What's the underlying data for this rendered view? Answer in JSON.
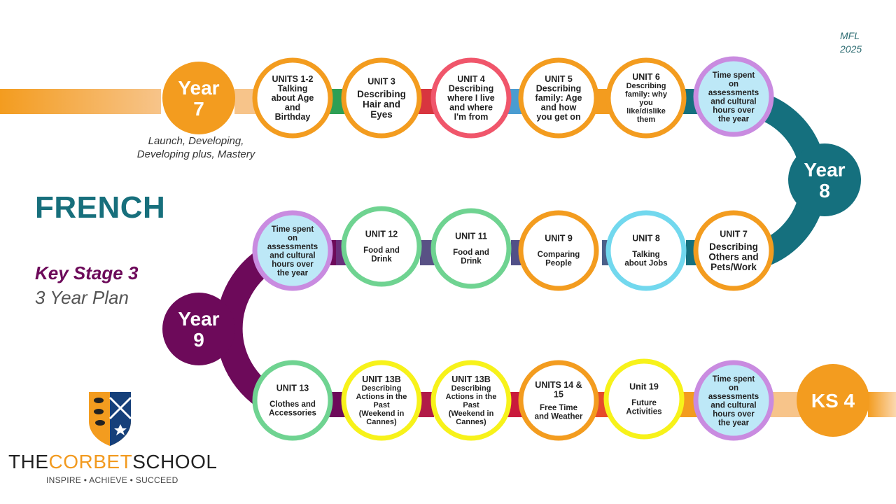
{
  "header": {
    "subject_tag": [
      "MFL",
      "2025"
    ]
  },
  "title": "FRENCH",
  "subtitle": {
    "line1": "Key Stage 3",
    "line2": "3 Year Plan"
  },
  "year7_note": [
    "Launch,  Developing,",
    "Developing plus,  Mastery"
  ],
  "years": [
    {
      "id": "y7",
      "lines": [
        "Year",
        "7"
      ]
    },
    {
      "id": "y8",
      "lines": [
        "Year",
        "8"
      ]
    },
    {
      "id": "y9",
      "lines": [
        "Year",
        "9"
      ]
    },
    {
      "id": "ks4",
      "lines": [
        "KS 4"
      ]
    }
  ],
  "units": [
    {
      "id": "u1",
      "ring": "#f39c1f",
      "heading": "UNITS 1-2",
      "body": [
        "Talking",
        "about Age",
        "and",
        "Birthday"
      ]
    },
    {
      "id": "u3",
      "ring": "#f39c1f",
      "heading": "UNIT 3",
      "body": [
        "Describing",
        "Hair and",
        "Eyes"
      ]
    },
    {
      "id": "u4",
      "ring": "#f0566b",
      "heading": "UNIT 4",
      "body": [
        "Describing",
        "where I live",
        "and where",
        "I'm from"
      ]
    },
    {
      "id": "u5",
      "ring": "#f39c1f",
      "heading": "UNIT 5",
      "body": [
        "Describing",
        "family: Age",
        "and how",
        "you get on"
      ]
    },
    {
      "id": "u6",
      "ring": "#f39c1f",
      "heading": "UNIT 6",
      "body": [
        "Describing",
        "family: why",
        "you",
        "like/dislike",
        "them"
      ]
    },
    {
      "id": "t1",
      "ring": "#c98be0",
      "fill": "#bde8f7",
      "heading": "",
      "body": [
        "Time spent",
        "on",
        "assessments",
        "and cultural",
        "hours over",
        "the year"
      ]
    },
    {
      "id": "u7",
      "ring": "#f39c1f",
      "heading": "UNIT 7",
      "body": [
        "Describing",
        "Others and",
        "Pets/Work"
      ]
    },
    {
      "id": "u8",
      "ring": "#72d8ee",
      "heading": "UNIT 8",
      "body": [
        "Talking",
        "about Jobs"
      ]
    },
    {
      "id": "u9",
      "ring": "#f39c1f",
      "heading": "UNIT 9",
      "body": [
        "Comparing",
        "People"
      ]
    },
    {
      "id": "u11",
      "ring": "#6fd391",
      "heading": "UNIT 11",
      "body": [
        "Food and",
        "Drink"
      ]
    },
    {
      "id": "u12",
      "ring": "#6fd391",
      "heading": "UNIT 12",
      "body": [
        "Food and",
        "Drink"
      ]
    },
    {
      "id": "t2",
      "ring": "#c98be0",
      "fill": "#bde8f7",
      "heading": "",
      "body": [
        "Time spent",
        "on",
        "assessments",
        "and cultural",
        "hours over",
        "the year"
      ]
    },
    {
      "id": "u13",
      "ring": "#6fd391",
      "heading": "UNIT 13",
      "body": [
        "Clothes and",
        "Accessories"
      ]
    },
    {
      "id": "u13b1",
      "ring": "#f7f21a",
      "heading": "UNIT 13B",
      "body": [
        "Describing",
        "Actions in the",
        "Past",
        "(Weekend in",
        "Cannes)"
      ]
    },
    {
      "id": "u13b2",
      "ring": "#f7f21a",
      "heading": "UNIT 13B",
      "body": [
        "Describing",
        "Actions in the",
        "Past",
        "(Weekend in",
        "Cannes)"
      ]
    },
    {
      "id": "u14",
      "ring": "#f39c1f",
      "heading": "UNITS 14 &",
      "heading2": "15",
      "body": [
        "Free Time",
        "and Weather"
      ]
    },
    {
      "id": "u19",
      "ring": "#f7f21a",
      "heading": "Unit 19",
      "body": [
        "Future",
        "Activities"
      ]
    },
    {
      "id": "t3",
      "ring": "#c98be0",
      "fill": "#bde8f7",
      "heading": "",
      "body": [
        "Time spent",
        "on",
        "assessments",
        "and cultural",
        "hours over",
        "the year"
      ]
    }
  ],
  "logo": {
    "name_left": "THE",
    "name_mid": "CORBET",
    "name_right": "SCHOOL",
    "tagline": "INSPIRE • ACHIEVE • SUCCEED"
  }
}
